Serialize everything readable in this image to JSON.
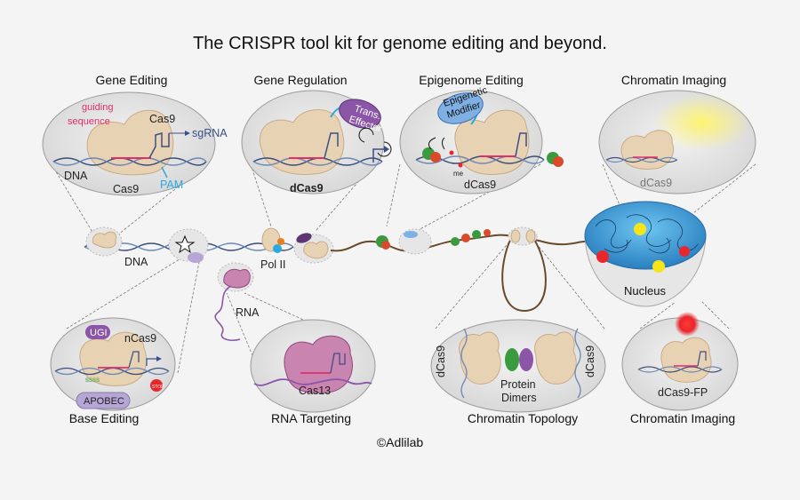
{
  "title": "The CRISPR tool kit for genome editing and beyond.",
  "copyright": "©Adlilab",
  "sections": {
    "gene_editing": {
      "heading": "Gene Editing",
      "guiding_sequence_line1": "guiding",
      "guiding_sequence_line2": "sequence",
      "cas9_top": "Cas9",
      "sgrna": "sgRNA",
      "dna": "DNA",
      "cas9_bottom": "Cas9",
      "pam": "PAM"
    },
    "gene_regulation": {
      "heading": "Gene Regulation",
      "effector_line1": "Trans.",
      "effector_line2": "Effector",
      "dcas9": "dCas9"
    },
    "epigenome_editing": {
      "heading": "Epigenome Editing",
      "modifier_line1": "Epigenetic",
      "modifier_line2": "Modifier",
      "me": "me",
      "dcas9": "dCas9"
    },
    "chromatin_imaging_top": {
      "heading": "Chromatin Imaging",
      "dcas9": "dCas9"
    },
    "base_editing": {
      "heading": "Base Editing",
      "ugi": "UGI",
      "ncas9": "nCas9",
      "apobec": "APOBEC",
      "stop": "STOP"
    },
    "rna_targeting": {
      "heading": "RNA Targeting",
      "cas13": "Cas13"
    },
    "chromatin_topology": {
      "heading": "Chromatin Topology",
      "dcas9_left": "dCas9",
      "dcas9_right": "dCas9",
      "protein_line1": "Protein",
      "protein_line2": "Dimers"
    },
    "chromatin_imaging_bottom": {
      "heading": "Chromatin Imaging",
      "dcas9fp": "dCas9-FP"
    }
  },
  "center": {
    "dna": "DNA",
    "pol2": "Pol II",
    "rna": "RNA",
    "nucleus": "Nucleus"
  },
  "colors": {
    "cas_tan": "#e8d2b4",
    "cas_edge": "#c9ab86",
    "bubble_fill": "#e3e3e3",
    "bubble_edge": "#9a9a9a",
    "dna_blue": "#6d88b4",
    "dna_dark": "#3a4f7a",
    "guide_red": "#e0306a",
    "sgrna_blue": "#3b4f86",
    "pam_cyan": "#2aa9e0",
    "purple": "#8b55a8",
    "cas13_pink": "#c984b0",
    "chromatin_brown": "#6a4a2a",
    "nucleus_blue": "#3ea0dc",
    "yellow": "#f7e51a",
    "red_dot": "#e8262b"
  }
}
